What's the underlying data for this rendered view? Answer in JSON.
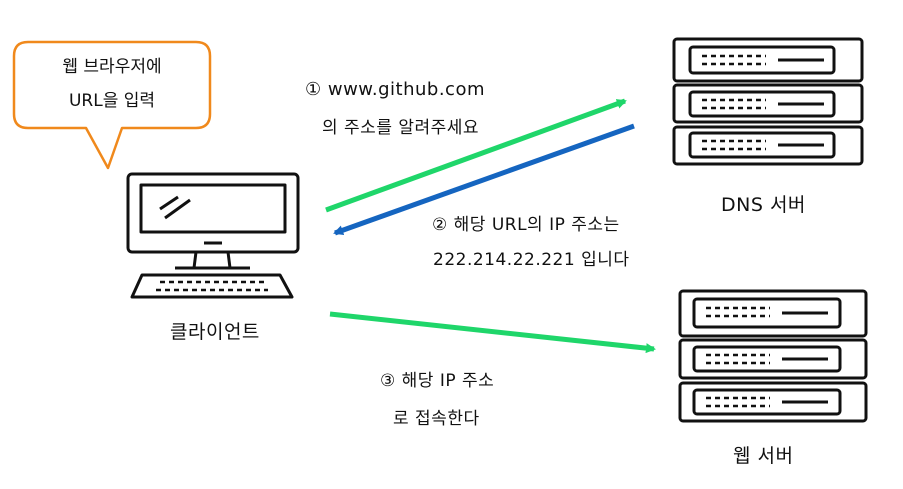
{
  "bubble": {
    "line1": "웹 브라우저에",
    "line2": "URL을 입력"
  },
  "client": {
    "label": "클라이언트"
  },
  "dns_server": {
    "label": "DNS 서버"
  },
  "web_server": {
    "label": "웹 서버"
  },
  "steps": {
    "step1_line1": "① www.github.com",
    "step1_line2": "의 주소를 알려주세요",
    "step2_line1": "② 해당 URL의 IP 주소는",
    "step2_line2": "222.214.22.221 입니다",
    "step3_line1": "③ 해당 IP 주소",
    "step3_line2": "로 접속한다"
  },
  "colors": {
    "green": "#1fd66a",
    "blue": "#1565c0",
    "bubble_border": "#f0891c",
    "stroke": "#111111"
  }
}
